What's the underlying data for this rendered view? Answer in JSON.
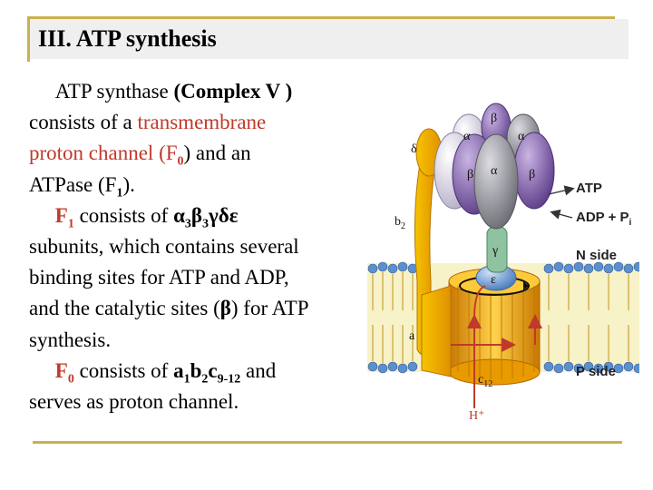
{
  "title": "III.  ATP synthesis",
  "paragraph1": {
    "l1_a": "ATP synthase ",
    "l1_b": "(Complex V )",
    "l2_a": "consists of a ",
    "l2_b": "transmembrane",
    "l3_a": "proton channel (F",
    "l3_sub": "0",
    "l3_b": ") and an",
    "l4_a": "ATPase (F",
    "l4_sub": "1",
    "l4_b": ")."
  },
  "paragraph2": {
    "l1_f": "F",
    "l1_fsub": "1",
    "l1_a": " consists of ",
    "l1_alpha": "α",
    "l1_alpha_sub": "3",
    "l1_beta": "β",
    "l1_beta_sub": "3",
    "l1_rest": "γδε",
    "l2": "subunits, which contains several",
    "l3": "binding sites for ATP and ADP,",
    "l4_a": "and the catalytic sites (",
    "l4_b": "β",
    "l4_c": ") for ATP",
    "l5": "synthesis."
  },
  "paragraph3": {
    "l1_f": "F",
    "l1_fsub": "0",
    "l1_a": " consists of ",
    "l1_b1": "a",
    "l1_b1sub": "1",
    "l1_b2": "b",
    "l1_b2sub": "2",
    "l1_b3": "c",
    "l1_b3sub": "9-12",
    "l1_c": " and",
    "l2": "serves as proton channel."
  },
  "figure": {
    "labels": {
      "delta": "δ",
      "alpha": "α",
      "beta": "β",
      "gamma": "γ",
      "epsilon": "ε",
      "b2": "b",
      "b2_sub": "2",
      "a": "a",
      "c12": "c",
      "c12_sub": "12",
      "atp": "ATP",
      "adp_pi": "ADP + P",
      "adp_pi_sub": "i",
      "n_side": "N side",
      "p_side": "P side",
      "hplus": "H⁺"
    },
    "colors": {
      "beta": "#7d5aa6",
      "alpha_light": "#d9d3e6",
      "alpha_dark": "#8e8e96",
      "b2_stalk": "#f0b400",
      "c_ring": "#f0a800",
      "membrane": "#5b8fd0",
      "arrow": "#c0392b",
      "gamma": "#8fc2a0",
      "epsilon": "#8fb0d8"
    }
  }
}
